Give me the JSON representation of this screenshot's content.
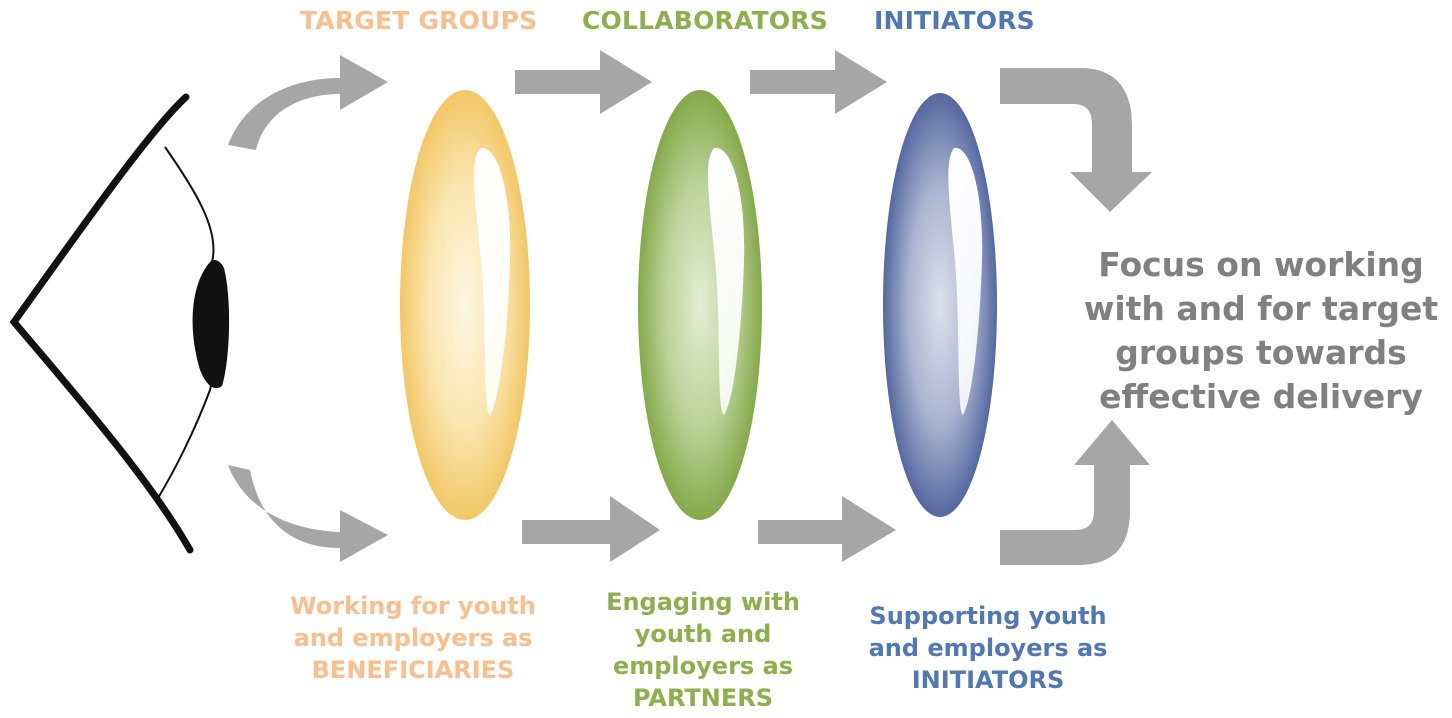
{
  "headers": {
    "target_groups": "TARGET GROUPS",
    "collaborators": "COLLABORATORS",
    "initiators": "INITIATORS"
  },
  "captions": {
    "beneficiaries": [
      "Working for youth",
      "and employers as",
      "BENEFICIARIES"
    ],
    "partners": [
      "Engaging with",
      "youth and",
      "employers as",
      "PARTNERS"
    ],
    "initiators": [
      "Supporting youth",
      "and employers as",
      "INITIATORS"
    ]
  },
  "focus": [
    "Focus on working",
    "with and for target",
    "groups towards",
    "effective delivery"
  ],
  "colors": {
    "orange": "#f9bf8c",
    "green": "#8db04c",
    "blue": "#4f78b4",
    "arrow_gray": "#a6a6a6",
    "focus_gray": "#808080"
  }
}
